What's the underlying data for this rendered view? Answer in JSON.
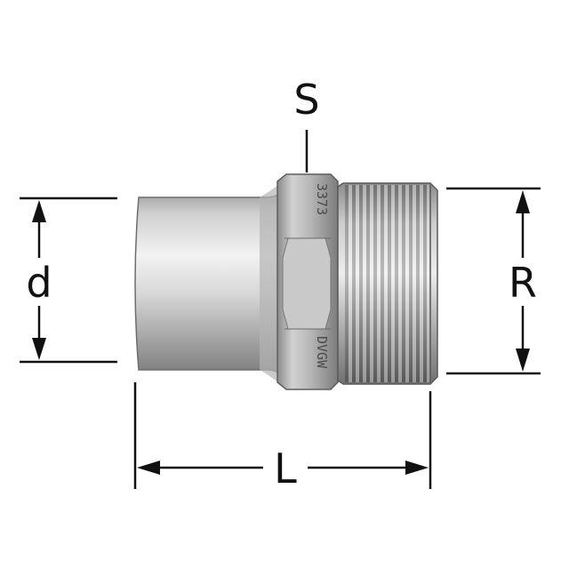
{
  "labels": {
    "s": "S",
    "d": "d",
    "r": "R",
    "l": "L"
  },
  "stamps": {
    "hex_top": "3373",
    "hex_bottom": "DVGW"
  },
  "colors": {
    "dimension_line": "#111111",
    "metal_light": "#e4e4e4",
    "metal_mid": "#a8a8a8",
    "metal_dark": "#5e5e5e"
  }
}
